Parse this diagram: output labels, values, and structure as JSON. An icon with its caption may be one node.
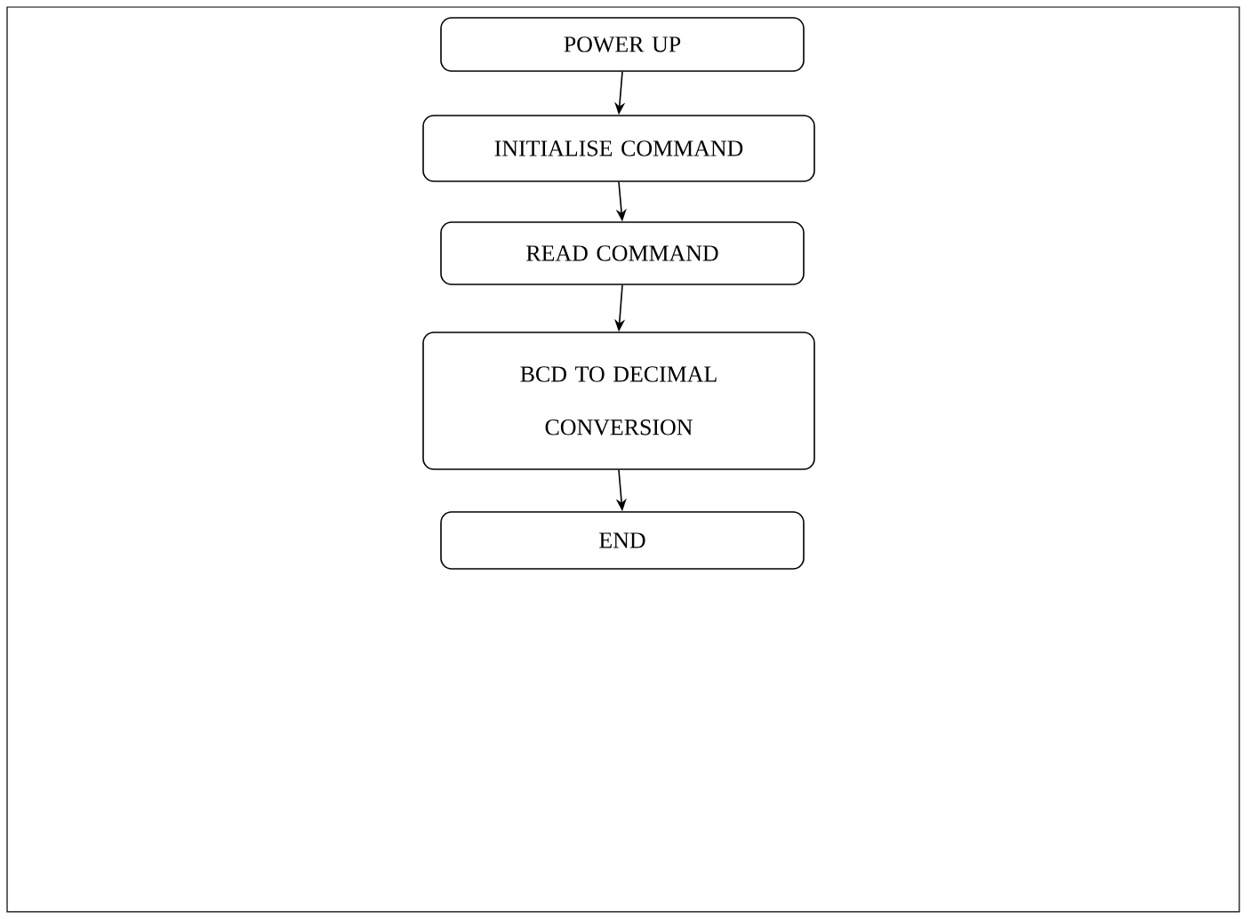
{
  "diagram": {
    "nodes": [
      {
        "text": [
          "POWER UP"
        ]
      },
      {
        "text": [
          "INITIALISE COMMAND"
        ]
      },
      {
        "text": [
          "READ COMMAND"
        ]
      },
      {
        "text": [
          "BCD TO DECIMAL CONVERSION"
        ]
      },
      {
        "text": [
          "END"
        ]
      }
    ],
    "edges": [
      {
        "from": 0,
        "to": 1,
        "arrow": "to"
      },
      {
        "from": 1,
        "to": 2,
        "arrow": "to"
      },
      {
        "from": 2,
        "to": 3,
        "arrow": "to"
      },
      {
        "from": 3,
        "to": 4,
        "arrow": "to"
      }
    ]
  }
}
